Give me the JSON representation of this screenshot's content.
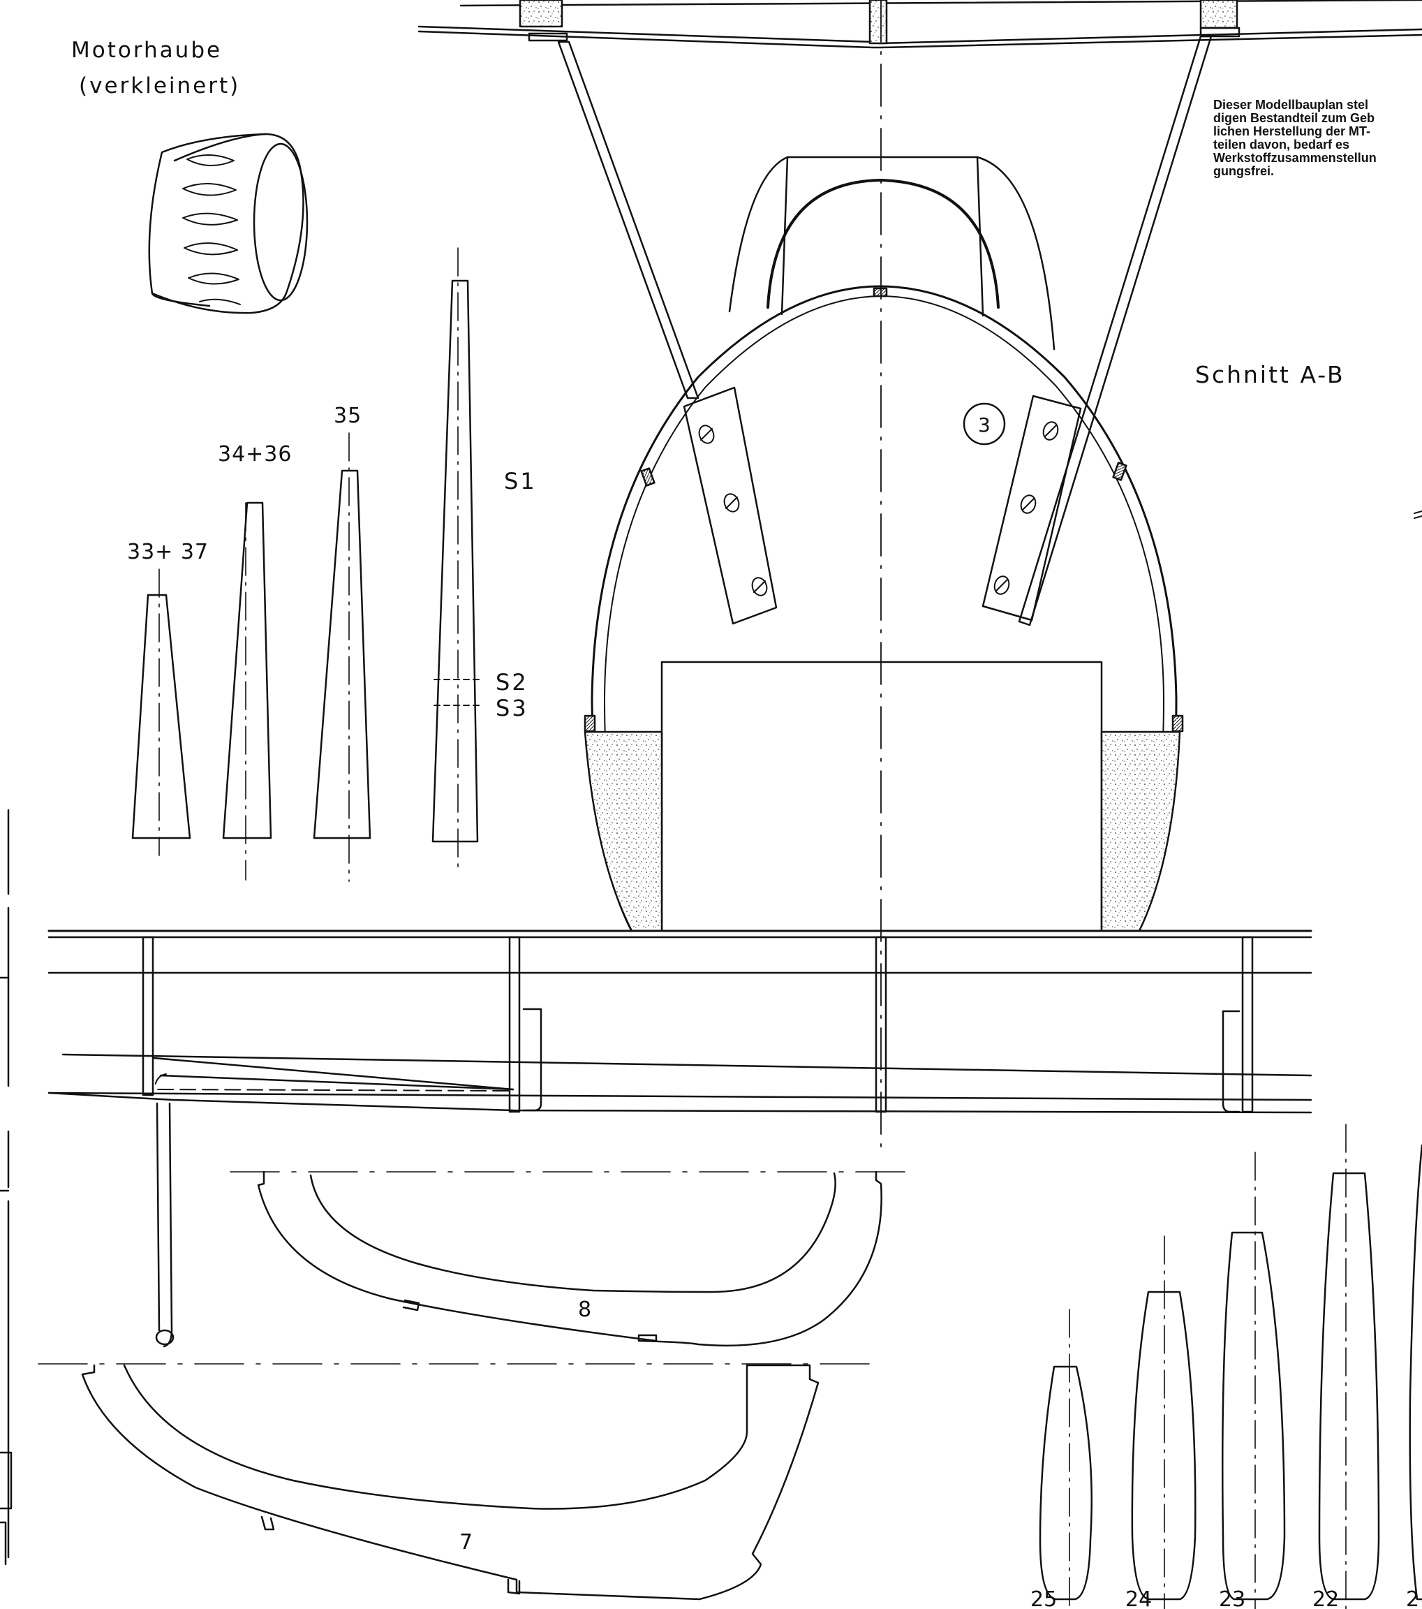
{
  "title": "Motorhaube",
  "subtitle": "(verkleinert)",
  "section_label": "Schnitt  A-B",
  "note_lines": [
    "Dieser Modellbauplan stel",
    "digen Bestandteil zum Geb",
    "lichen Herstellung der MT-",
    "teilen davon, bedarf es",
    "Werkstoffzusammenstellun",
    "gungsfrei."
  ],
  "callout_number": "3",
  "strut_labels": {
    "p33_37": "33+ 37",
    "p34_36": "34+36",
    "p35": "35",
    "s1": "S1",
    "s2": "S2",
    "s3": "S3"
  },
  "rib_labels": {
    "p8": "8",
    "p7": "7"
  },
  "stave_labels": [
    "25",
    "24",
    "23",
    "22",
    "2"
  ]
}
